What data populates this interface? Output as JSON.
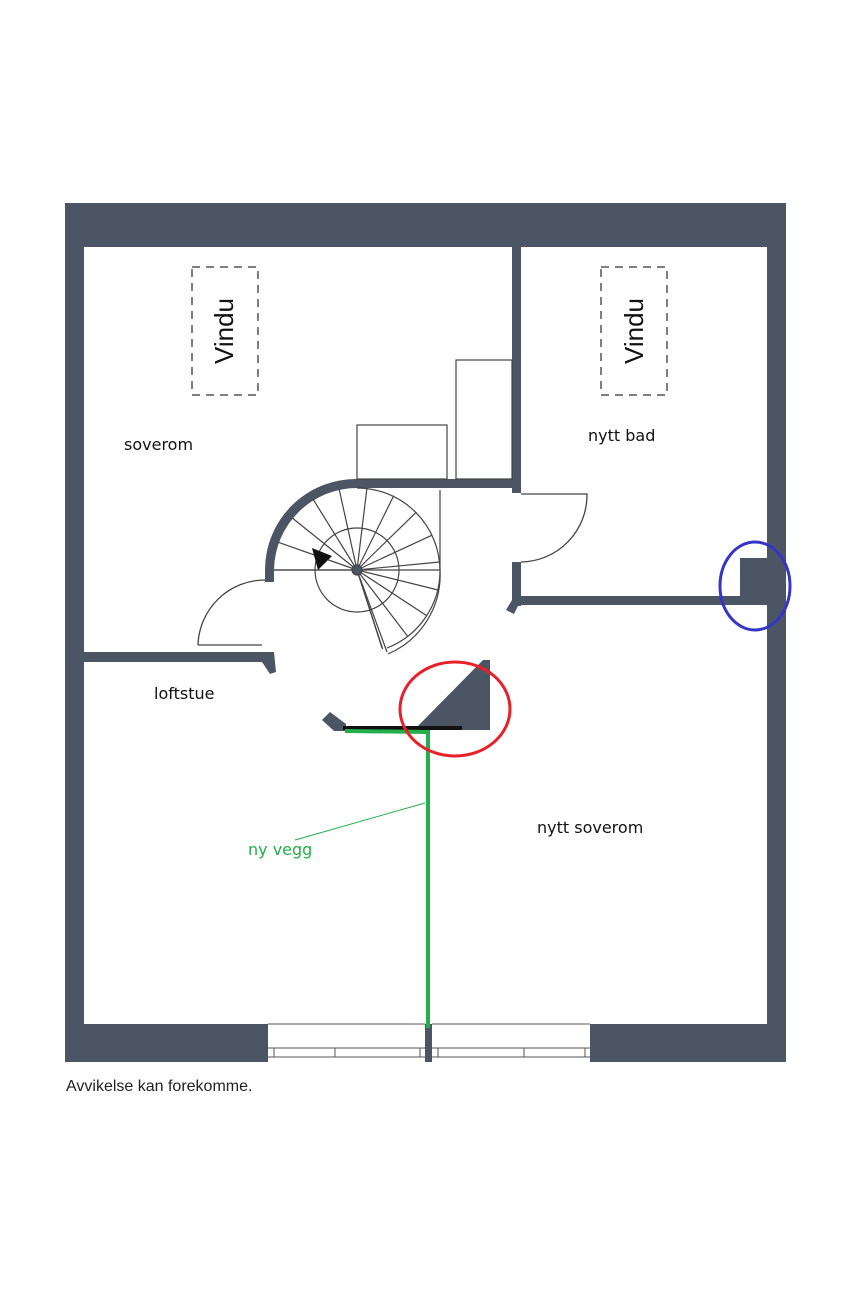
{
  "colors": {
    "wall": "#4b5563",
    "new_wall": "#22b04a",
    "highlight_red": "#e8202a",
    "highlight_blue": "#3535c8"
  },
  "rooms": {
    "soverom": "soverom",
    "nytt_bad": "nytt bad",
    "loftstue": "loftstue",
    "nytt_soverom": "nytt soverom"
  },
  "windows": [
    "Vindu",
    "Vindu"
  ],
  "annotation": {
    "new_wall": "ny vegg"
  },
  "footer": "Avvikelse kan forekomme."
}
